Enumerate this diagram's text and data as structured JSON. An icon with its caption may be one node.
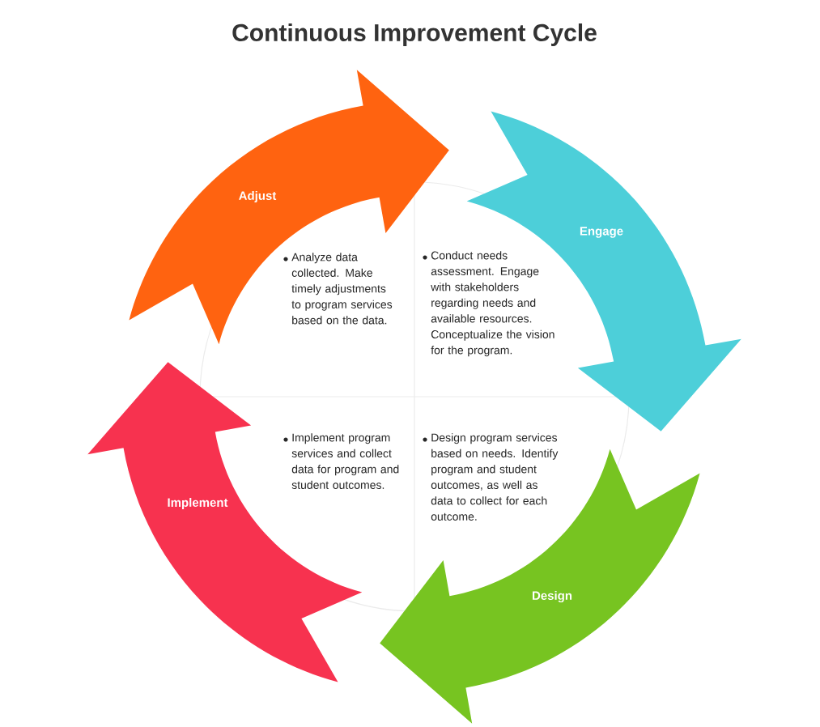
{
  "diagram": {
    "title": "Continuous Improvement Cycle",
    "nodes": [
      {
        "text": [
          "Adjust"
        ],
        "beside": [
          "Analyze data collected. Make timely adjustments to program services based on the data."
        ]
      },
      {
        "text": [
          "Engage"
        ],
        "beside": [
          "Conduct needs assessment. Engage with stakeholders regarding needs and available resources. Conceptualize the vision for the  program."
        ]
      },
      {
        "text": [
          "Design"
        ],
        "beside": [
          "Design program services based on needs. Identify program and student outcomes, as well as data to collect for each outcome."
        ]
      },
      {
        "text": [
          "Implement"
        ],
        "beside": [
          "Implement program services and collect data for program and student outcomes."
        ]
      }
    ]
  }
}
